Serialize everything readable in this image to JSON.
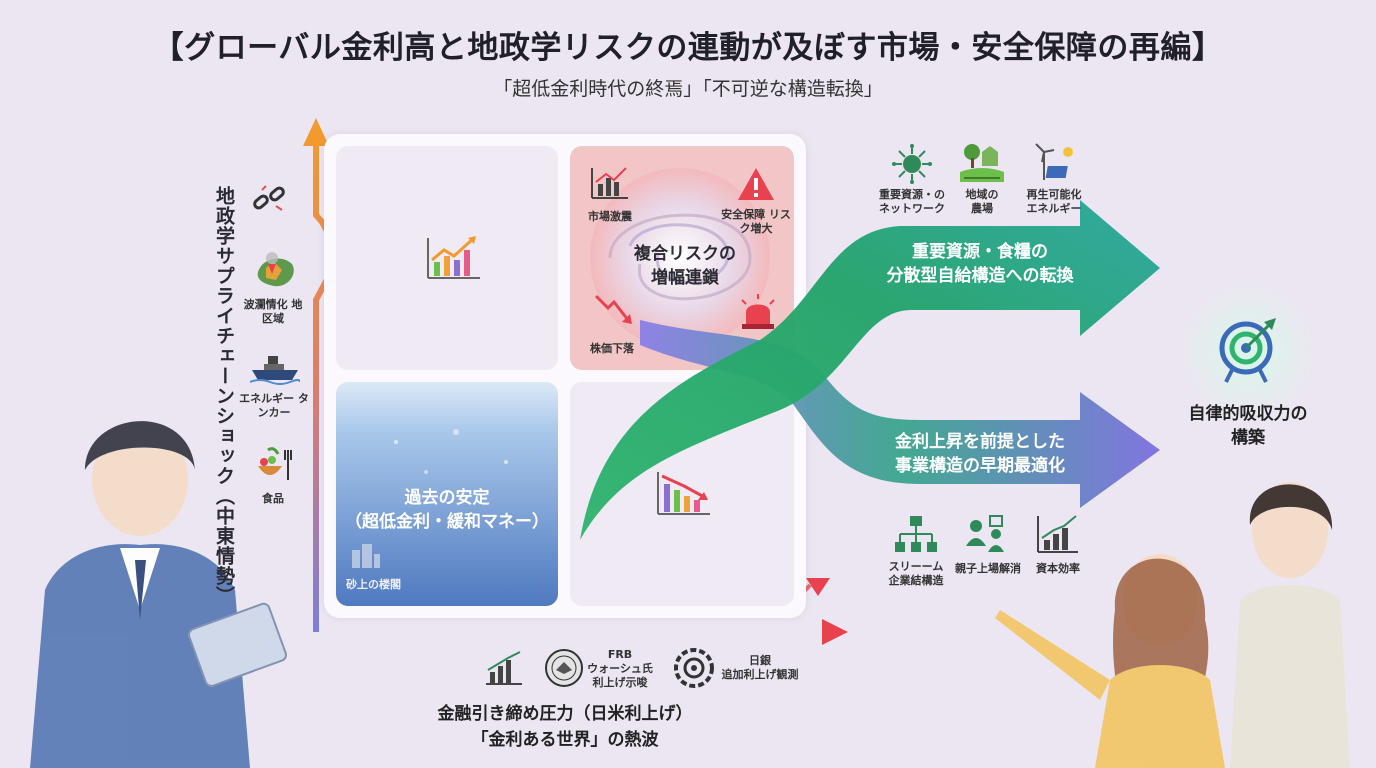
{
  "title": "【グローバル金利高と地政学リスクの連動が及ぼす市場・安全保障の再編】",
  "subtitle": "「超低金利時代の終焉」「不可逆な構造転換」",
  "y_axis": {
    "label": "地政学サプライチェーンショック（中東情勢）",
    "items": [
      {
        "label": "",
        "icon": "broken-chain-icon"
      },
      {
        "label": "波瀾情化\n地区域",
        "icon": "conflict-map-icon"
      },
      {
        "label": "エネルギー\nタンカー",
        "icon": "tanker-icon"
      },
      {
        "label": "食品",
        "icon": "food-icon"
      }
    ]
  },
  "matrix": {
    "top_right": {
      "center": "複合リスクの\n増幅連鎖",
      "market": "市場激震",
      "security": "安全保障\nリスク増大",
      "stocks": "株価下落"
    },
    "bottom_left": {
      "main": "過去の安定\n（超低金利・緩和マネー）",
      "caption": "砂上の楼閣"
    }
  },
  "x_axis": {
    "items": [
      {
        "label": "",
        "icon": "rising-chart-icon"
      },
      {
        "label": "FRB\nウォーシュ氏\n利上げ示唆",
        "icon": "fed-seal-icon"
      },
      {
        "label": "日銀\n追加利上げ観測",
        "icon": "boj-seal-icon"
      }
    ],
    "label_line1": "金融引き締め圧力（日米利上げ）",
    "label_line2": "「金利ある世界」の熱波"
  },
  "upper_path": {
    "text": "重要資源・食糧の\n分散型自給構造への転換",
    "icons": [
      {
        "label": "重要資源・の\nネットワーク",
        "icon": "virus-network-icon"
      },
      {
        "label": "地域の\n農場",
        "icon": "farm-icon"
      },
      {
        "label": "再生可能化\nエネルギー",
        "icon": "renewable-icon"
      }
    ]
  },
  "lower_path": {
    "text": "金利上昇を前提とした\n事業構造の早期最適化",
    "icons": [
      {
        "label": "スリーーム\n企業結構造",
        "icon": "org-chart-icon"
      },
      {
        "label": "親子上場解消",
        "icon": "parent-child-icon"
      },
      {
        "label": "資本効率",
        "icon": "bar-growth-icon"
      }
    ]
  },
  "goal": {
    "text": "自律的吸収力の\n構築",
    "icon": "target-icon"
  },
  "colors": {
    "axis_up": "#f29a2e",
    "axis_right": "#e8424f",
    "green": "#2fb46e",
    "teal": "#2aa7a0",
    "blue_purple": "#7c6fe0",
    "risk": "#f4b6b6",
    "water": "#5a86c8"
  }
}
